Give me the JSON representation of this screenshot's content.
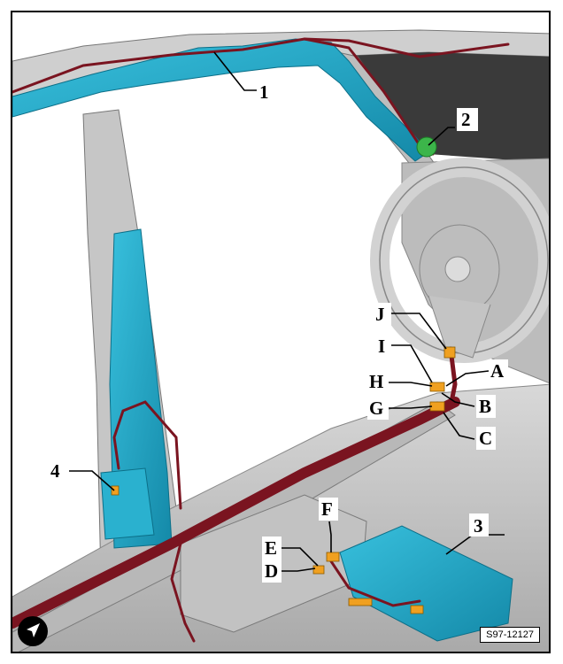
{
  "diagram_code": "S97-12127",
  "callouts": {
    "c1": "1",
    "c2": "2",
    "c3": "3",
    "c4": "4",
    "cA": "A",
    "cB": "B",
    "cC": "C",
    "cD": "D",
    "cE": "E",
    "cF": "F",
    "cG": "G",
    "cH": "H",
    "cI": "I",
    "cJ": "J"
  },
  "colors": {
    "harness": "#7a1420",
    "airbag_blue": "#1aa0c0",
    "connector_orange": "#f0a020",
    "module_green": "#3cb54a",
    "body_grey": "#c9c9c9"
  }
}
